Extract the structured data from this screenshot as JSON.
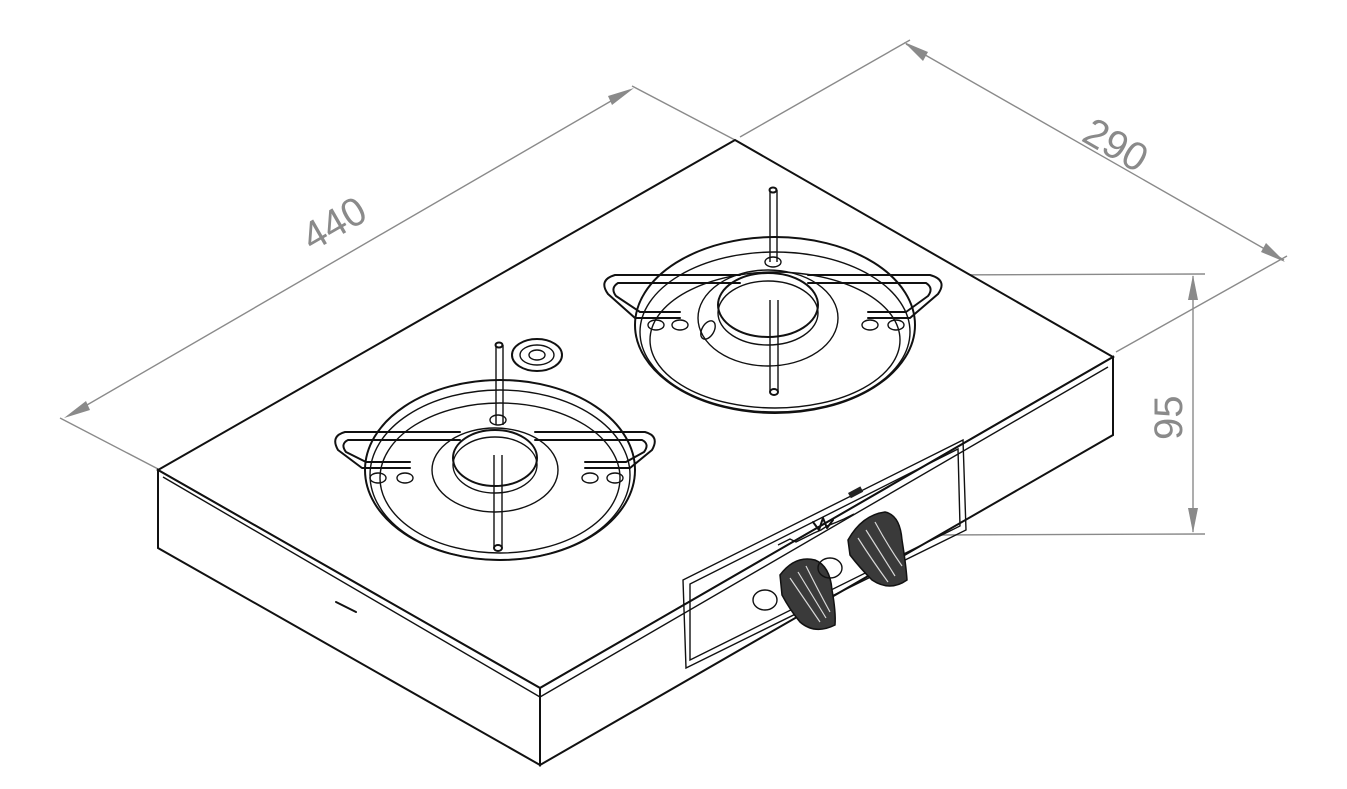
{
  "drawing": {
    "subject": "cooktop",
    "view": "isometric",
    "burner_count": 2,
    "knob_count": 2
  },
  "dimensions": {
    "length": "440",
    "depth": "290",
    "height": "95"
  },
  "colors": {
    "line": "#111111",
    "dimension": "#8a8a8a",
    "background": "#ffffff"
  }
}
